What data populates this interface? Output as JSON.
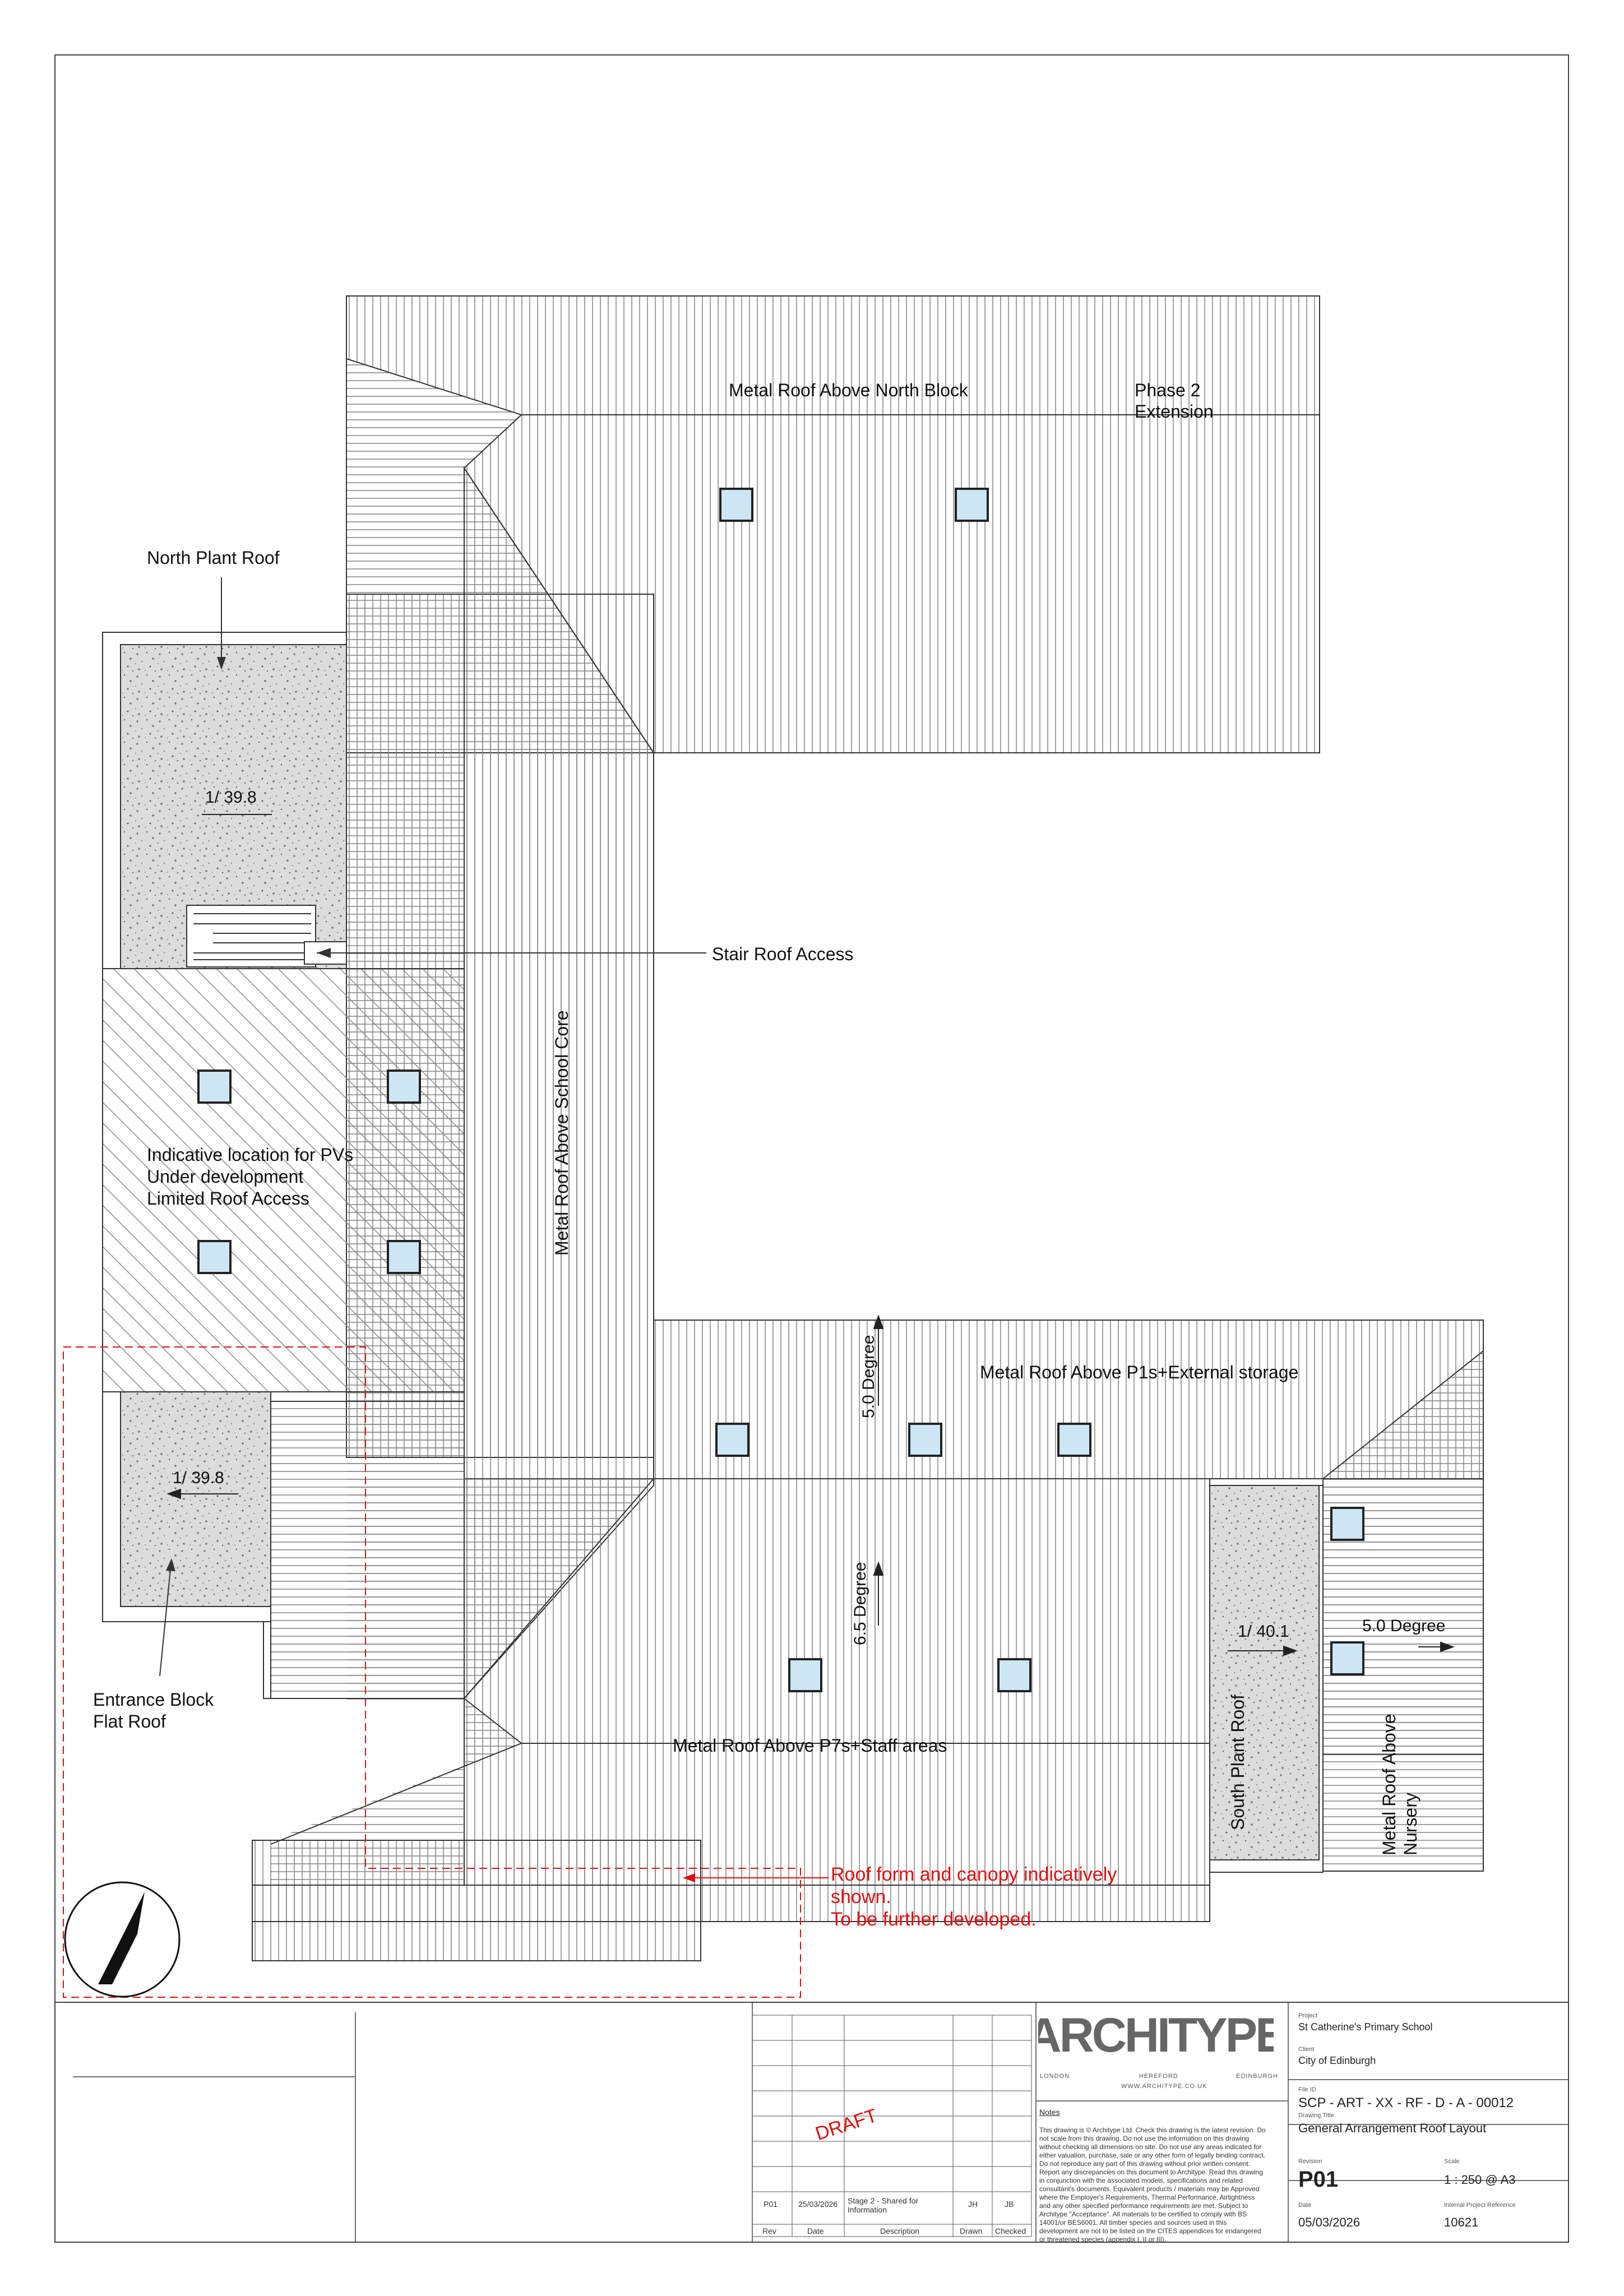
{
  "labels": {
    "north_block": "Metal Roof Above  North Block",
    "phase2_l1": "Phase 2",
    "phase2_l2": "Extension",
    "north_plant": "North Plant Roof",
    "slope_north_plant": "1/ 39.8",
    "stair_access": "Stair Roof Access",
    "school_core": "Metal Roof Above  School Core",
    "pv_l1": "Indicative location for PVs",
    "pv_l2": "Under development",
    "pv_l3": "Limited Roof Access",
    "deg_p1s": "5.0 Degree",
    "p1s_roof": "Metal Roof Above P1s+External storage",
    "slope_entrance": "1/ 39.8",
    "deg_p7s": "6.5 Degree",
    "slope_south_plant": "1/ 40.1",
    "deg_nursery": "5.0 Degree",
    "south_plant": "South Plant Roof",
    "nursery_l1": "Metal Roof Above",
    "nursery_l2": "Nursery",
    "entrance_l1": "Entrance Block",
    "entrance_l2": "Flat Roof",
    "p7s_roof": "Metal Roof Above P7s+Staff areas",
    "canopy_l1": "Roof form and canopy indicatively",
    "canopy_l2": "shown.",
    "canopy_l3": "To be further developed."
  },
  "title_block": {
    "company": "ARCHITYPE",
    "company_offices": [
      "LONDON",
      "HEREFORD",
      "EDINBURGH"
    ],
    "company_web": "WWW.ARCHITYPE.CO.UK",
    "project_caption": "Project",
    "project": "St Catherine's Primary School",
    "client_caption": "Client",
    "client": "City of Edinburgh",
    "file_caption": "File ID",
    "file_id": "SCP - ART - XX - RF - D - A - 00012",
    "title_caption": "Drawing Title",
    "drawing_title": "General Arrangement Roof Layout",
    "revision_caption": "Revision",
    "revision": "P01",
    "scale_caption": "Scale",
    "scale": "1 : 250 @ A3",
    "date_caption": "Date",
    "date": "05/03/2026",
    "ref_caption": "Internal Project Reference",
    "project_ref": "10621",
    "notes_heading": "Notes",
    "notes_text": "This drawing is © Architype Ltd. Check this drawing is the latest revision. Do not scale from this drawing. Do not use the information on this drawing without checking all dimensions on site. Do not use any areas indicated for either valuation, purchase, sale or any other form of legally binding contract. Do not reproduce any part of this drawing without prior written consent. Report any discrepancies on this document to Architype. Read this drawing in conjunction with the associated models, specifications and related consultant's documents. Equivalent products / materials may be Approved where the Employer's Requirements, Thermal Performance, Airtightness and any other specified performance requirements are met. Subject to Architype \"Acceptance\". All materials to be certified to comply with BS 14001/or BES6001. All timber species and sources used in this development are not to be listed on the CITES appendices for endangered or threatened species (appendix I, II or III).",
    "draft_stamp": "DRAFT",
    "revision_row": {
      "rev": "P01",
      "date": "25/03/2026",
      "description": "Stage 2 - Shared for Information",
      "drawn": "JH",
      "checked": "JB"
    },
    "revision_headers": {
      "rev": "Rev",
      "date": "Date",
      "description": "Description",
      "drawn": "Drawn",
      "checked": "Checked"
    }
  },
  "colors": {
    "line": "#333333",
    "hatch": "#777777",
    "skylight_fill": "#cde6f4",
    "flat_roof_fill": "#d9d9d9",
    "markup_red": "#e01010"
  },
  "north_arrow": "north-arrow"
}
